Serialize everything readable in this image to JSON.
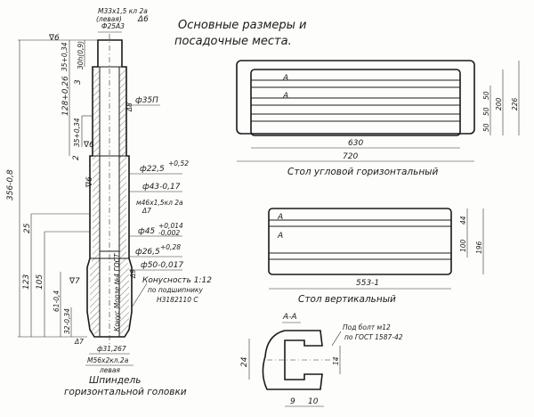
{
  "title": {
    "line1": "Основные размеры и",
    "line2": "посадочные места."
  },
  "spindle": {
    "caption1": "Шпиндель",
    "caption2": "горизонтальной головки",
    "labels": {
      "top_thread": "М33х1,5 кл 2а",
      "top_thread_note": "(левая)",
      "top_bore": "Ф25А3",
      "top_finish": "Δ6",
      "finish_top_left": "∇6",
      "dim_35a": "35+0,34",
      "dim_30": "30h(0,9)",
      "dim_3": "3",
      "dim_128": "128+0,26",
      "dim_35b": "35+0,34",
      "finish_mid": "∇6",
      "dim_2": "2",
      "dia_35": "ф35П",
      "finish_side": "Δ8",
      "dia_22": "ф22,5",
      "dia_22_tol": "+0,52",
      "finish_left2": "∇6",
      "dia_43": "ф43-0,17",
      "thread_46": "м46х1,5кл 2а",
      "finish_7a": "Δ7",
      "overall": "356-0,8",
      "dim_25": "25",
      "dia_45": "ф45",
      "dia_45_tol_up": "+0,014",
      "dia_45_tol_dn": "-0,002",
      "dia_26": "ф26,5",
      "dia_26_tol": "+0,28",
      "dia_50": "ф50-0,017",
      "dim_123": "123",
      "dim_105": "105",
      "taper1": "Конусность 1:12",
      "taper2": "по подшипнику",
      "taper3": "Н3182110 С",
      "finish_7b": "∇7",
      "finish_9": "Δ9",
      "dim_61": "61-0,4",
      "dim_32": "32-0,34",
      "morse": "Конус Морзе №4 ГОСТ",
      "finish_7c": "Δ7",
      "bottom_bore": "ф31,267",
      "bottom_thread": "М56х2кл.2а",
      "bottom_thread_note": "левая"
    }
  },
  "horizontal_table": {
    "caption": "Стол угловой горизонтальный",
    "section_mark_1": "A",
    "section_mark_2": "A",
    "dims": {
      "slot1": "50",
      "slot2": "50",
      "slot3": "50",
      "inner": "200",
      "outer": "226",
      "length_inner": "630",
      "length_outer": "720"
    }
  },
  "vertical_table": {
    "caption": "Стол вертикальный",
    "section_mark_1": "A",
    "section_mark_2": "A",
    "dims": {
      "top": "44",
      "slot_pitch": "100",
      "height": "196",
      "length": "553-1"
    }
  },
  "section": {
    "title": "А-А",
    "note1": "Под болт м12",
    "note2": "по ГОСТ 1587-42",
    "dims": {
      "height": "24",
      "slot": "14",
      "left": "9",
      "right": "10"
    }
  }
}
